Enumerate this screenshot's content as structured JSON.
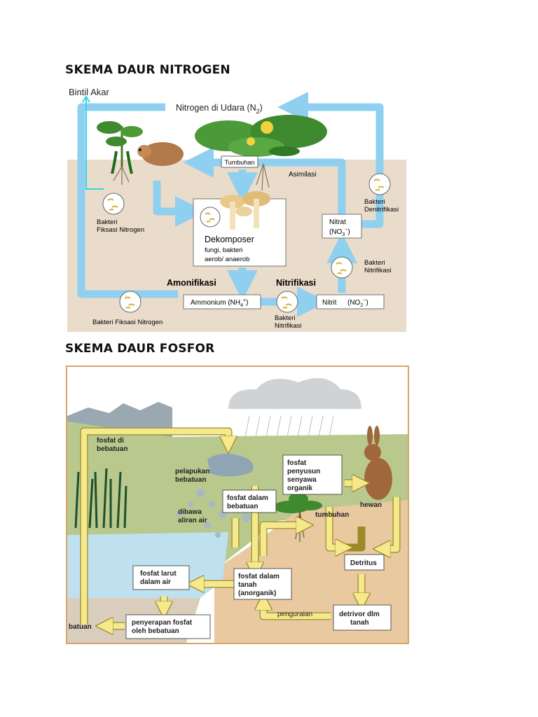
{
  "headings": {
    "nitrogen": "SKEMA DAUR NITROGEN",
    "fosfor": "SKEMA DAUR FOSFOR"
  },
  "nitrogen": {
    "bintil_akar": "Bintil Akar",
    "udara": "Nitrogen di Udara (N",
    "udara_sub": "2",
    "udara_close": ")",
    "tumbuhan": "Tumbuhan",
    "asimilasi": "Asimilasi",
    "bakteri_fiksasi_1": "Bakteri",
    "bakteri_fiksasi_2": "Fiksasi Nitrogen",
    "dekomposer": "Dekomposer",
    "dekomposer_1": "fungi, bakteri",
    "dekomposer_2": "aerob/ anaerob",
    "bakteri_denitri_1": "Bakteri",
    "bakteri_denitri_2": "Denitrifikasi",
    "nitrat_1": "Nitrat",
    "nitrat_2": "(NO",
    "nitrat_sub": "3",
    "nitrat_sup": "−",
    "nitrat_close": ")",
    "bakteri_nitri_right_1": "Bakteri",
    "bakteri_nitri_right_2": "Nitrifikasi",
    "amonifikasi": "Amonifikasi",
    "nitrifikasi": "Nitrifikasi",
    "ammonium": "Ammonium (NH",
    "ammonium_sub": "4",
    "ammonium_sup": "+",
    "ammonium_close": ")",
    "nitrit": "Nitrit",
    "nitrit_formula": "(NO",
    "nitrit_sub": "2",
    "nitrit_sup": "−",
    "nitrit_close": ")",
    "bakteri_fiksasi_bottom": "Bakteri Fiksasi Nitrogen",
    "bakteri_nitri_bottom_1": "Bakteri",
    "bakteri_nitri_bottom_2": "Nitrifikasi"
  },
  "fosfor": {
    "fosfat_bebatuan_1": "fosfat di",
    "fosfat_bebatuan_2": "bebatuan",
    "pelapukan_1": "pelapukan",
    "pelapukan_2": "bebatuan",
    "dibawa_1": "dibawa",
    "dibawa_2": "aliran air",
    "fosfat_dalam_bebatuan_1": "fosfat dalam",
    "fosfat_dalam_bebatuan_2": "bebatuan",
    "penyusun_1": "fosfat",
    "penyusun_2": "penyusun",
    "penyusun_3": "senyawa",
    "penyusun_4": "organik",
    "hewan": "hewan",
    "tumbuhan": "tumbuhan",
    "detritus": "Detritus",
    "larut_1": "fosfat larut",
    "larut_2": "dalam air",
    "tanah_1": "fosfat dalam",
    "tanah_2": "tanah",
    "tanah_3": "(anorganik)",
    "batuan": "batuan",
    "penyerapan_1": "penyerapan fosfat",
    "penyerapan_2": "oleh bebatuan",
    "penguraian": "penguraian",
    "detrivor_1": "detrivor dlm",
    "detrivor_2": "tanah"
  },
  "colors": {
    "arrow_blue": "#8fd0f0",
    "soil": "#eadccb",
    "arrow_yellow": "#f6e98c",
    "arrow_yellow_edge": "#9a8a2a",
    "water": "#bfe0ef",
    "grass": "#b9c98e",
    "fosfor_soil": "#e8c9a0"
  }
}
